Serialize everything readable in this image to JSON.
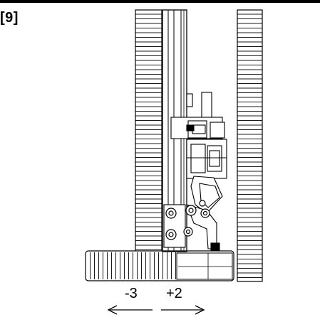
{
  "figure": {
    "step_label": "[9]",
    "adjust_minus": "-3",
    "adjust_plus": "+2"
  },
  "colors": {
    "line": "#000000",
    "background": "#ffffff"
  }
}
